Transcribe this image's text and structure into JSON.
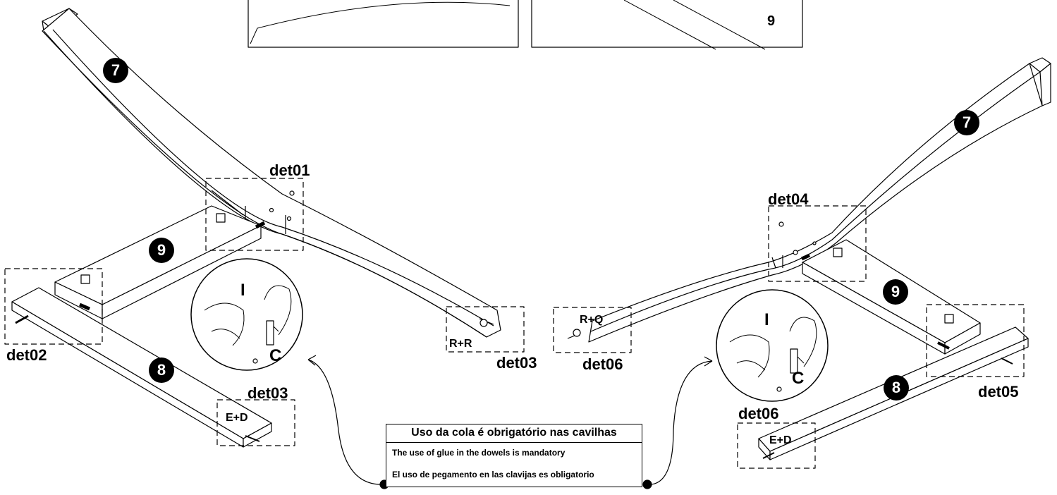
{
  "diagram": {
    "top_part_number": "9",
    "part_badges": {
      "left_long_rail": "7",
      "left_cross_rail": "9",
      "left_short_rail": "8",
      "right_long_rail": "7",
      "right_cross_rail": "9",
      "right_short_rail": "8"
    },
    "detail_labels": {
      "det01": "det01",
      "det02": "det02",
      "det03_left_rail": "det03",
      "det03_center": "det03",
      "det04": "det04",
      "det05": "det05",
      "det06_center": "det06",
      "det06_right_rail": "det06"
    },
    "dowel_labels": {
      "left_long_end": "R+R",
      "left_short_end": "E+D",
      "right_long_end": "R+Q",
      "right_short_end": "E+D"
    },
    "glue_inset": {
      "letter_top": "I",
      "letter_bottom": "C"
    },
    "glue_note": {
      "portuguese": "Uso da cola é obrigatório nas cavilhas",
      "english": "The use of glue in the dowels is mandatory",
      "spanish": "El uso de pegamento en las clavijas es obligatorio"
    },
    "colors": {
      "ink": "#000000",
      "paper": "#ffffff"
    }
  }
}
